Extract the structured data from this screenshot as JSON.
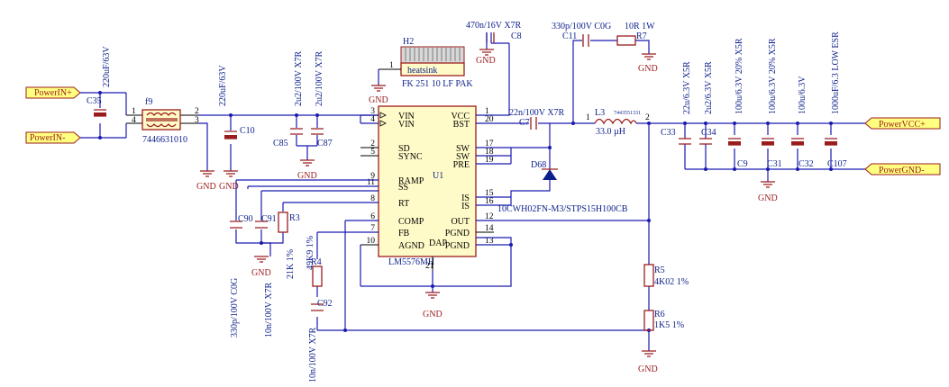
{
  "ports": {
    "powerin_plus": "PowerIN+",
    "powerin_minus": "PowerIN-",
    "powervcc_plus": "PowerVCC+",
    "powergnd_minus": "PowerGND-"
  },
  "components": {
    "c35": {
      "ref": "C35",
      "value": "220uF/63V"
    },
    "f9": {
      "ref": "f9",
      "value": "7446631010"
    },
    "c10": {
      "ref": "C10",
      "value": "220uF/63V"
    },
    "c85": {
      "ref": "C85",
      "value": "2u2/100V X7R"
    },
    "c87": {
      "ref": "C87",
      "value": "2u2/100V X7R"
    },
    "h2": {
      "ref": "H2",
      "body": "heatsink",
      "value": "FK 251 10 LF PAK"
    },
    "c8": {
      "ref": "C8",
      "value": "470n/16V X7R"
    },
    "c11": {
      "ref": "C11",
      "value": "330p/100V C0G"
    },
    "r7": {
      "ref": "R7",
      "value": "10R 1W"
    },
    "c7": {
      "ref": "C7",
      "value": "22n/100V X7R"
    },
    "l3": {
      "ref": "L3",
      "value": "33.0 µH",
      "part": "7443551331"
    },
    "d68": {
      "ref": "D68",
      "value": "10CWH02FN-M3/STPS15H100CB"
    },
    "c33": {
      "ref": "C33",
      "value": "22u/6.3V X5R"
    },
    "c34": {
      "ref": "C34",
      "value": "2u2/6.3V X5R"
    },
    "c9": {
      "ref": "C9",
      "value": "100u/6.3V 20% X5R"
    },
    "c31": {
      "ref": "C31",
      "value": "100u/6.3V 20% X5R"
    },
    "c32": {
      "ref": "C32",
      "value": "100u/6.3V"
    },
    "c107": {
      "ref": "C107",
      "value": "1000uF/6.3 LOW ESR"
    },
    "c90": {
      "ref": "C90",
      "value": "330p/100V C0G"
    },
    "c91": {
      "ref": "C91",
      "value": "10n/100V X7R"
    },
    "r3": {
      "ref": "R3",
      "value": "21K 1%"
    },
    "r4": {
      "ref": "R4",
      "value": "49K9 1%"
    },
    "c92": {
      "ref": "C92",
      "value": "10n/100V X7R"
    },
    "r5": {
      "ref": "R5",
      "value": "4K02 1%"
    },
    "r6": {
      "ref": "R6",
      "value": "1K5 1%"
    }
  },
  "ic": {
    "ref": "U1",
    "part": "LM5576MH",
    "left_pins": [
      {
        "no": "3",
        "name": "VIN"
      },
      {
        "no": "4",
        "name": "VIN"
      },
      {
        "no": "2",
        "name": "SD"
      },
      {
        "no": "5",
        "name": "SYNC"
      },
      {
        "no": "9",
        "name": "RAMP"
      },
      {
        "no": "11",
        "name": "SS"
      },
      {
        "no": "8",
        "name": "RT"
      },
      {
        "no": "6",
        "name": "COMP"
      },
      {
        "no": "7",
        "name": "FB"
      },
      {
        "no": "10",
        "name": "AGND"
      }
    ],
    "right_pins": [
      {
        "no": "1",
        "name": "VCC"
      },
      {
        "no": "20",
        "name": "BST"
      },
      {
        "no": "17",
        "name": "SW"
      },
      {
        "no": "18",
        "name": "SW"
      },
      {
        "no": "19",
        "name": "PRE"
      },
      {
        "no": "15",
        "name": "IS"
      },
      {
        "no": "16",
        "name": "IS"
      },
      {
        "no": "12",
        "name": "OUT"
      },
      {
        "no": "14",
        "name": "PGND"
      },
      {
        "no": "13",
        "name": "PGND"
      }
    ],
    "dap": {
      "name": "DAP",
      "no": "21"
    }
  },
  "gnd_label": "GND",
  "pin_numbers": {
    "f9_p1": "1",
    "f9_p2": "2",
    "f9_p3": "3",
    "f9_p4": "4",
    "h2_p1": "1",
    "l3_p1": "1",
    "l3_p2": "2"
  }
}
